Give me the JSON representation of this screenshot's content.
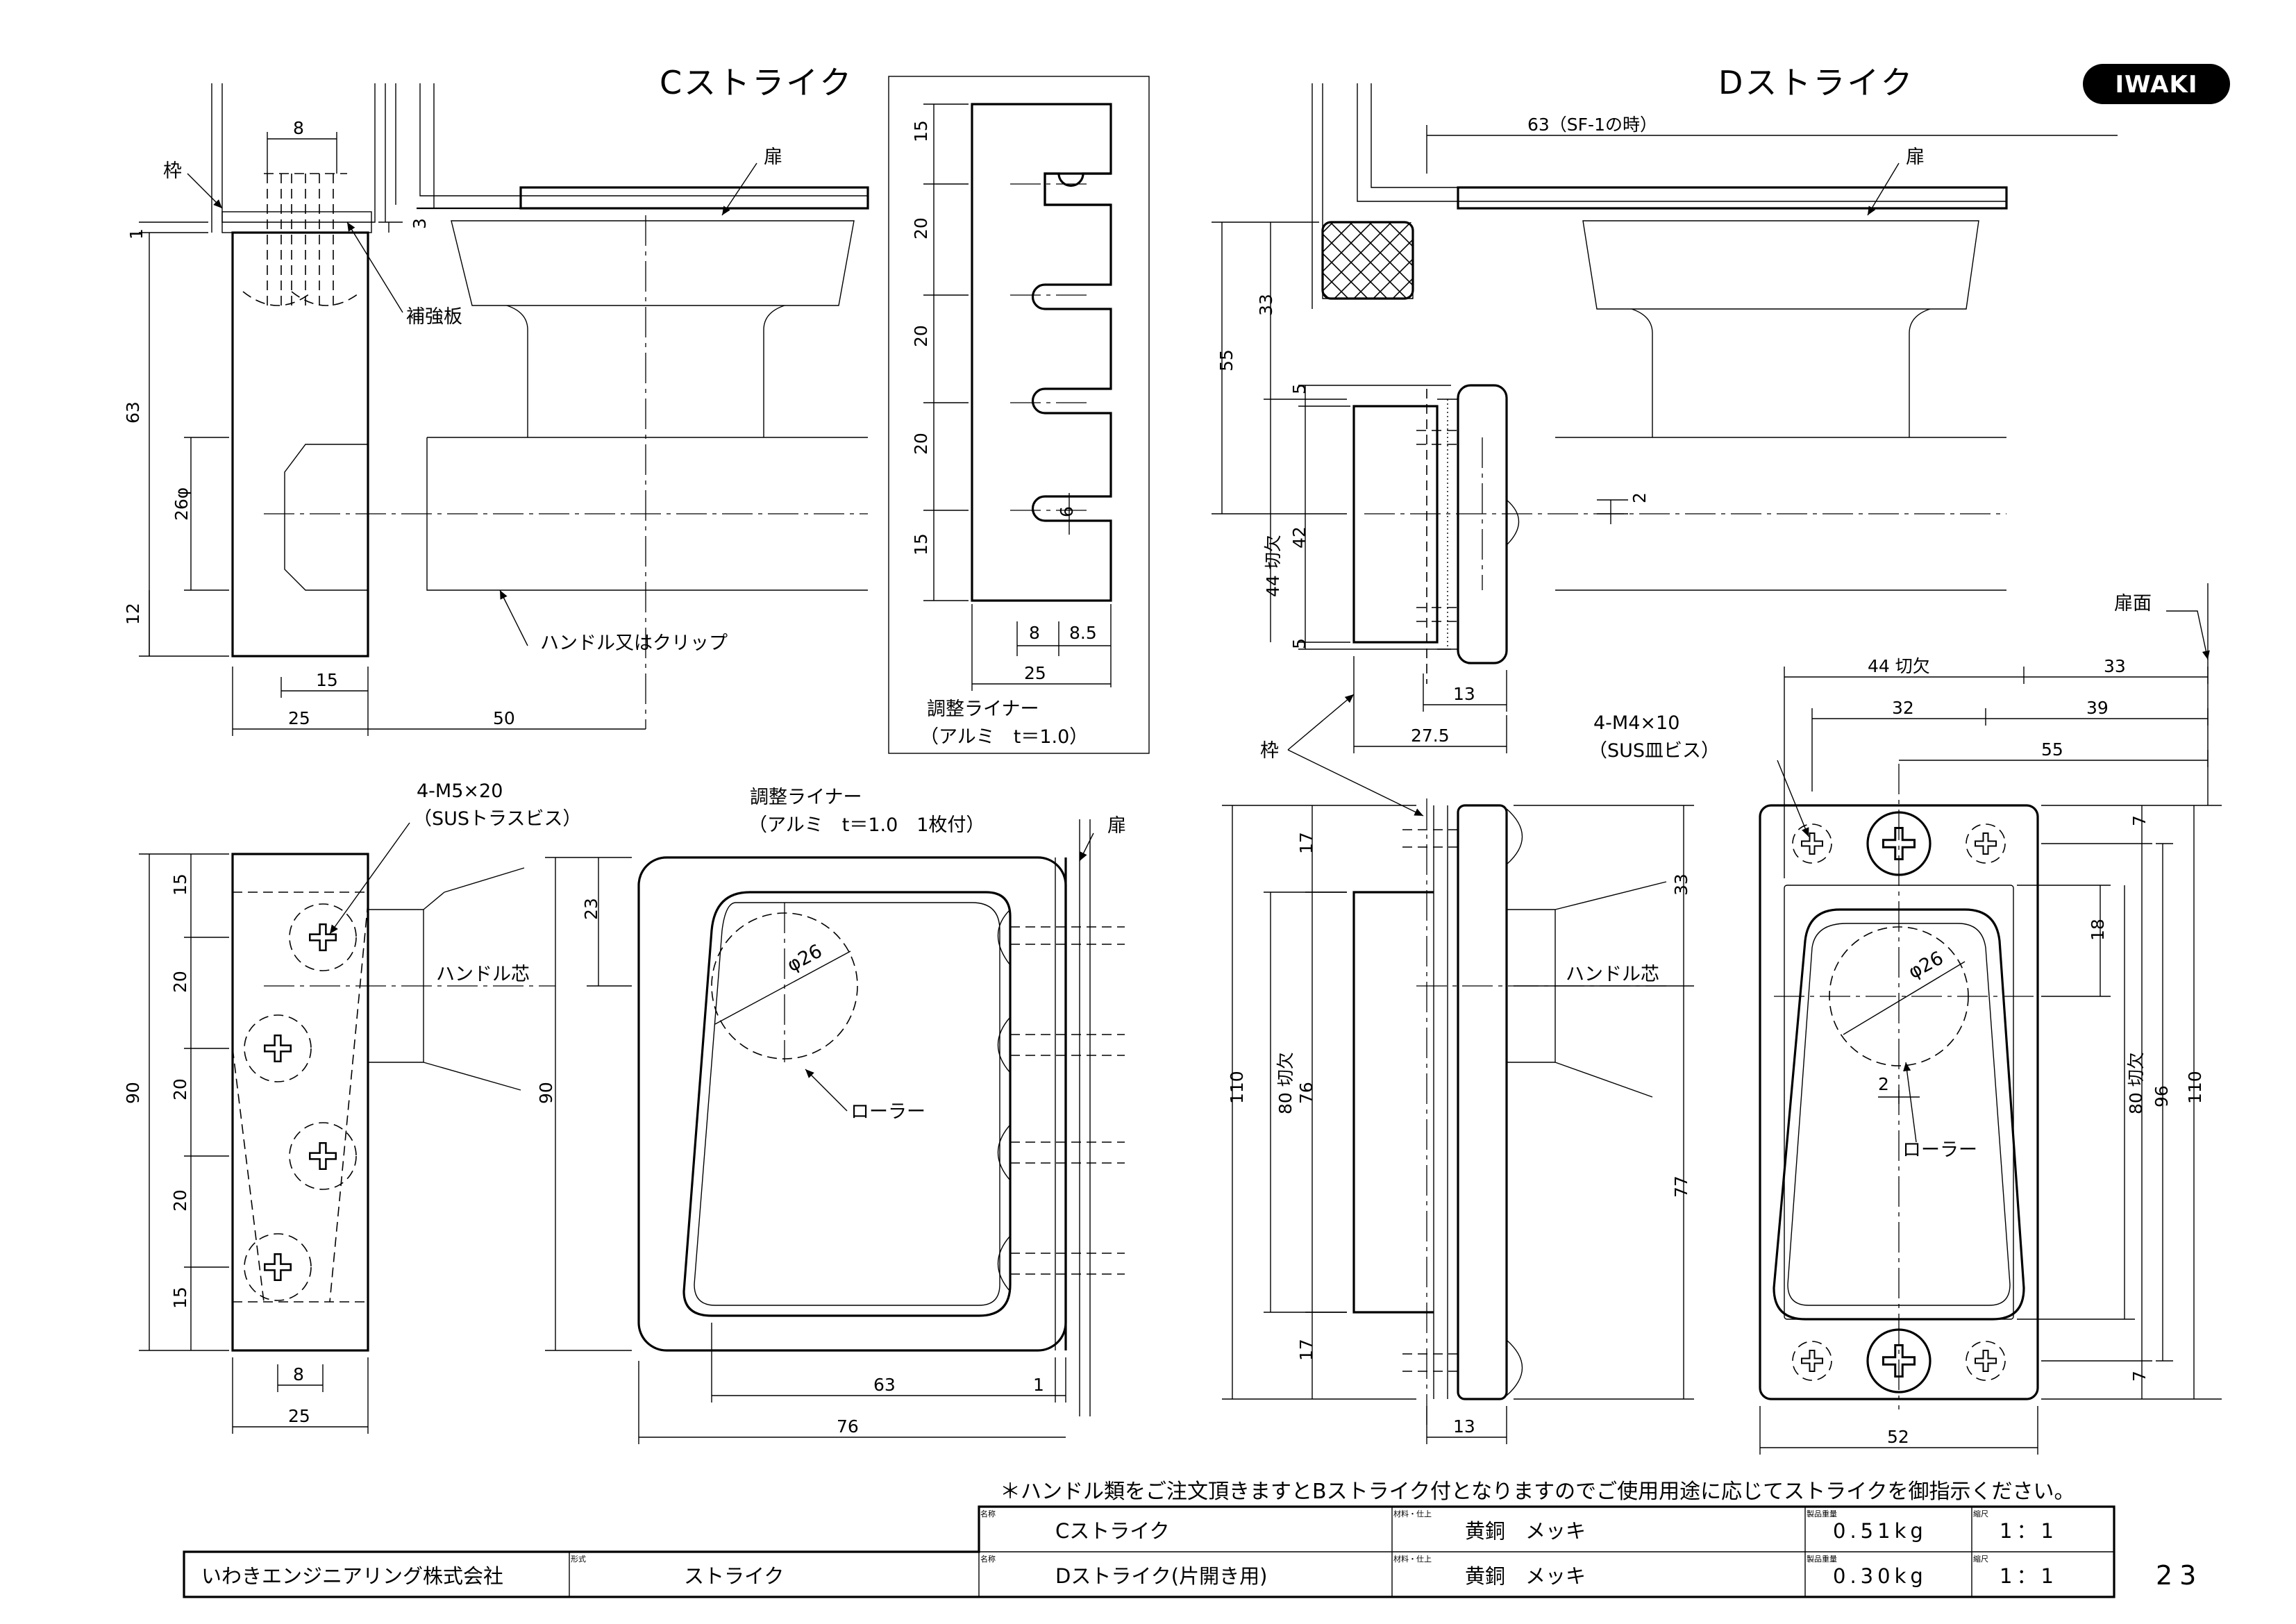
{
  "logo": "IWAKI",
  "page_number": "23",
  "c_strike": {
    "title": "Cストライク",
    "label_frame": "枠",
    "label_door": "扉",
    "label_reinforcement": "補強板",
    "label_handle_clip": "ハンドル又はクリップ",
    "label_screw": "4-M5×20",
    "label_screw_spec": "（SUSトラスビス）",
    "label_handle_center": "ハンドル芯",
    "label_liner": "調整ライナー",
    "label_liner_spec": "（アルミ　t＝1.0　1枚付）",
    "label_roller": "ローラー",
    "label_roller_dia": "φ26",
    "dims_side": [
      "8",
      "1",
      "3",
      "63",
      "26φ",
      "12",
      "15",
      "25",
      "50"
    ],
    "dims_front": [
      "15",
      "20",
      "20",
      "20",
      "15",
      "90",
      "8",
      "25"
    ],
    "dims_plan": [
      "23",
      "90",
      "63",
      "1",
      "76"
    ]
  },
  "liner": {
    "title": "調整ライナー",
    "spec": "（アルミ　t＝1.0）",
    "dims": [
      "15",
      "20",
      "20",
      "20",
      "15",
      "6",
      "8",
      "8.5",
      "25"
    ]
  },
  "d_strike": {
    "title": "Dストライク",
    "label_door": "扉",
    "label_frame": "枠",
    "label_door_face": "扉面",
    "label_screw": "4-M4×10",
    "label_screw_spec": "（SUS皿ビス）",
    "label_handle_center": "ハンドル芯",
    "label_roller": "ローラー",
    "label_roller_dia": "φ26",
    "dim_sf1": "63（SF-1の時）",
    "dims_side": [
      "33",
      "55",
      "5",
      "2",
      "42",
      "44 切欠",
      "5",
      "13",
      "27.5"
    ],
    "dims_front": [
      "17",
      "33",
      "76",
      "80 切欠",
      "110",
      "77",
      "17",
      "13"
    ],
    "dims_plate": [
      "44 切欠",
      "33",
      "32",
      "39",
      "55",
      "7",
      "18",
      "2",
      "80 切欠",
      "96",
      "110",
      "7",
      "52"
    ]
  },
  "note": "＊ハンドル類をご注文頂きますとBストライク付となりますのでご使用用途に応じてストライクを御指示ください。",
  "title_block": {
    "company": "いわきエンジニアリング株式会社",
    "small_name": "名称",
    "small_model": "形式",
    "small_material": "材料・仕上",
    "small_weight": "製品重量",
    "small_scale": "縮尺",
    "model": "ストライク",
    "rows": [
      {
        "name": "Cストライク",
        "material": "黄銅　メッキ",
        "weight": "0.51kg",
        "scale": "1：1"
      },
      {
        "name": "Dストライク(片開き用)",
        "material": "黄銅　メッキ",
        "weight": "0.30kg",
        "scale": "1：1"
      }
    ]
  }
}
